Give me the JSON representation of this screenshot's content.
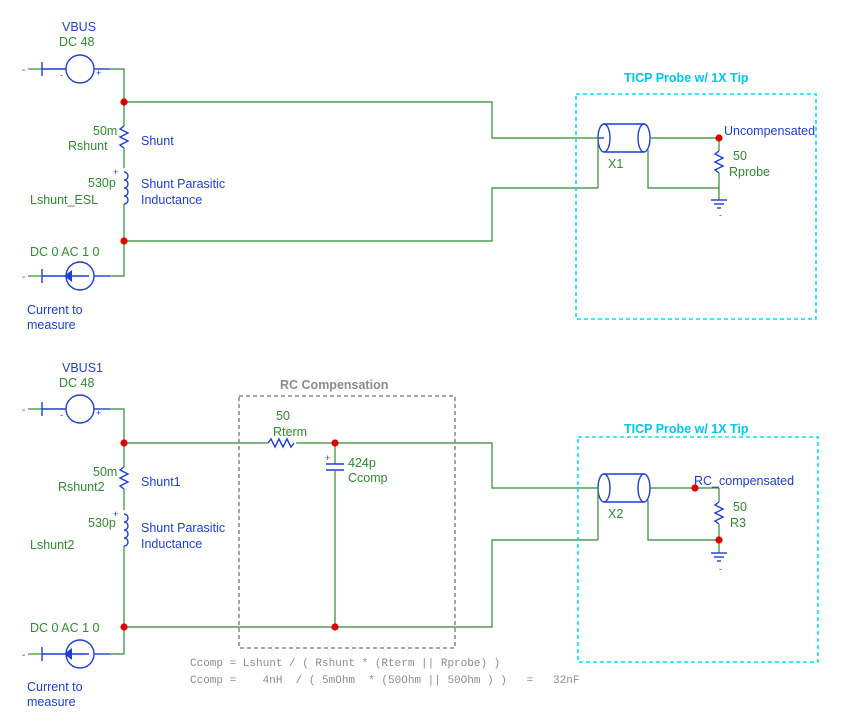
{
  "top": {
    "source_name": "VBUS",
    "source_value": "DC 48",
    "shunt_value": "50m",
    "shunt_ref": "Rshunt",
    "shunt_label": "Shunt",
    "ind_value": "530p",
    "ind_ref": "Lshunt_ESL",
    "ind_label_1": "Shunt Parasitic",
    "ind_label_2": "Inductance",
    "isrc_value": "DC 0 AC 1 0",
    "isrc_label_1": "Current to",
    "isrc_label_2": "measure",
    "probe_title": "TICP Probe w/ 1X Tip",
    "tline_ref": "X1",
    "net_label": "Uncompensated",
    "rprobe_value": "50",
    "rprobe_ref": "Rprobe"
  },
  "bottom": {
    "source_name": "VBUS1",
    "source_value": "DC 48",
    "shunt_value": "50m",
    "shunt_ref": "Rshunt2",
    "shunt_label": "Shunt1",
    "ind_value": "530p",
    "ind_ref": "Lshunt2",
    "ind_label_1": "Shunt Parasitic",
    "ind_label_2": "Inductance",
    "isrc_value": "DC 0 AC 1 0",
    "isrc_label_1": "Current to",
    "isrc_label_2": "measure",
    "rc_title": "RC Compensation",
    "rterm_value": "50",
    "rterm_ref": "Rterm",
    "ccomp_value": "424p",
    "ccomp_ref": "Ccomp",
    "probe_title": "TICP Probe w/ 1X Tip",
    "tline_ref": "X2",
    "net_label": "RC_compensated",
    "r3_value": "50",
    "r3_ref": "R3"
  },
  "formula": {
    "line1": "Ccomp = Lshunt / ( Rshunt * (Rterm || Rprobe) )",
    "line2": "Ccomp =    4nH  / ( 5mOhm  * (50Ohm || 50Ohm ) )   =   32nF"
  },
  "colors": {
    "wire": "#2e8b2e",
    "component": "#1c3fd6",
    "node": "#e00000",
    "probe_box": "#00e0ff",
    "rc_box": "#8c8c8c"
  }
}
